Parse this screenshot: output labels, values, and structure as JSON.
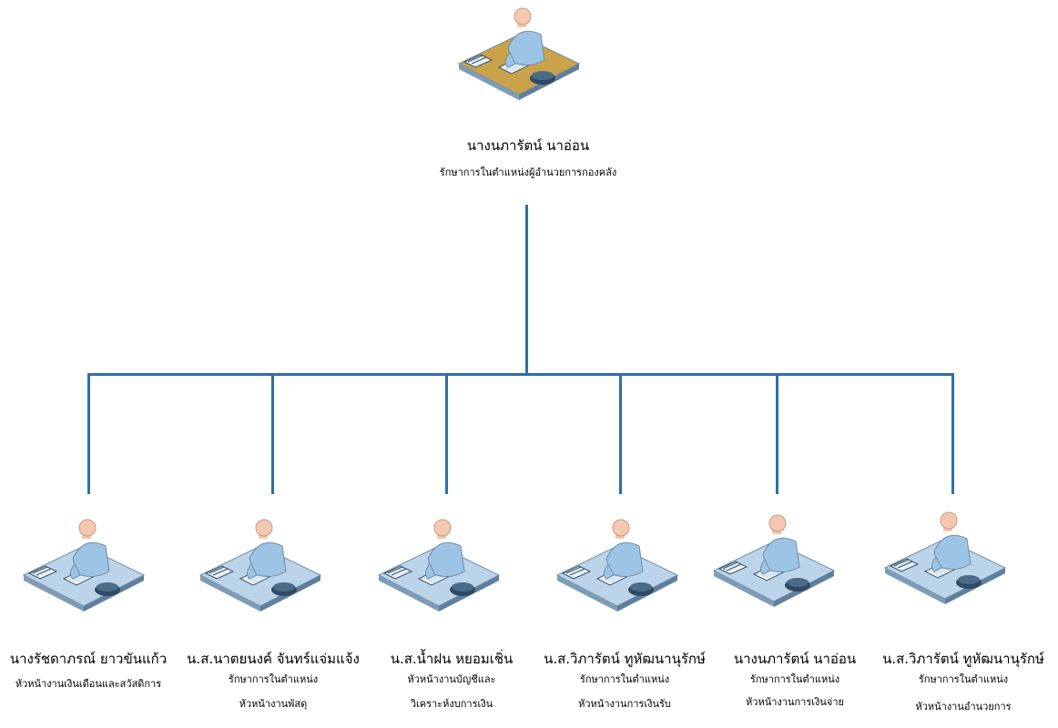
{
  "chart": {
    "top": {
      "name": "นางนภารัตน์  นาอ่อน",
      "title_lines": [
        "รักษาการในตำแหน่งผู้อำนวยการกองคลัง"
      ],
      "desk_color": "#c9a24a"
    },
    "children": [
      {
        "name": "นางรัชดาภรณ์  ยาวขันแก้ว",
        "title_lines": [
          "หัวหน้างานเงินเดือนและสวัสดิการ"
        ]
      },
      {
        "name": "น.ส.นาตยนงค์ จันทร์แจ่มแจ้ง",
        "title_lines": [
          "รักษาการในตำแหน่ง",
          "หัวหน้างานพัสดุ"
        ]
      },
      {
        "name": "น.ส.น้ำฝน  หยอมเชิ่น",
        "title_lines": [
          "หัวหน้างานบัญชีและ",
          "วิเคราะห์งบการเงิน"
        ]
      },
      {
        "name": "น.ส.วิภารัตน์  ทูหัฒนานุรักษ์",
        "title_lines": [
          "รักษาการในตำแหน่ง",
          "หัวหน้างานการเงินรับ"
        ]
      },
      {
        "name": "นางนภารัตน์  นาอ่อน",
        "title_lines": [
          "รักษาการในตำแหน่ง",
          "หัวหน้างานการเงินจ่าย"
        ]
      },
      {
        "name": "น.ส.วิภารัตน์  ทูหัฒนานุรักษ์",
        "title_lines": [
          "รักษาการในตำแหน่ง",
          "หัวหน้างานอำนวยการ"
        ]
      }
    ],
    "colors": {
      "connector": "#2f6fa8",
      "desk": "#bcd4ea",
      "person": "#9cc4e4",
      "head": "#f2c9b0"
    }
  }
}
